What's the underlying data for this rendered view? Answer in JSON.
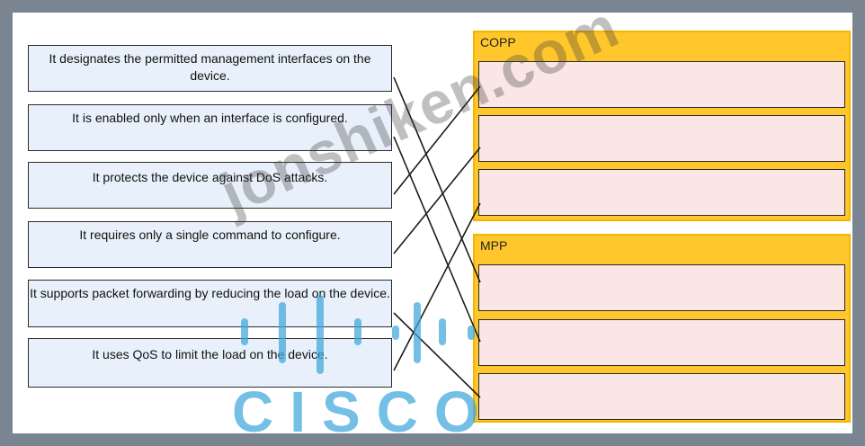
{
  "sources": [
    {
      "text": "It designates the permitted management interfaces on the device."
    },
    {
      "text": "It is enabled only when an interface is configured."
    },
    {
      "text": "It protects the device against DoS attacks."
    },
    {
      "text": "It requires only a single command to configure."
    },
    {
      "text": "It supports packet forwarding by reducing the load on the device."
    },
    {
      "text": "It uses QoS to limit the load on the device."
    }
  ],
  "groups": [
    {
      "title": "COPP",
      "slots": 3
    },
    {
      "title": "MPP",
      "slots": 3
    }
  ],
  "watermark": "jonshiken.com",
  "logo_text": "CISCO",
  "colors": {
    "group_fill": "#ffc72c",
    "slot_fill": "#fbe6e6",
    "source_fill": "#e8f1fb",
    "logo": "#3fa7dd"
  }
}
